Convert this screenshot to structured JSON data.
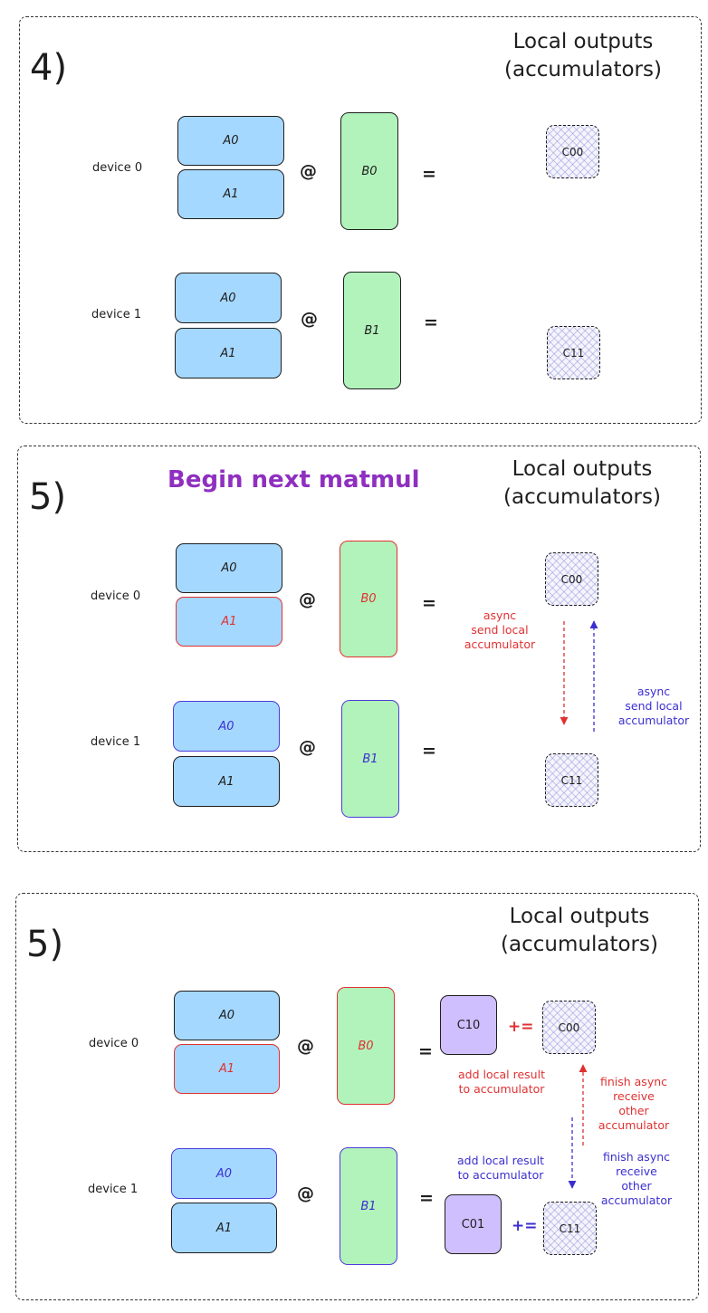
{
  "panels": [
    {
      "step": "4)",
      "title": [
        "Local outputs",
        "(accumulators)"
      ],
      "device0": {
        "label": "device 0",
        "a0": "A0",
        "a1": "A1",
        "op": "@",
        "b": "B0",
        "eq": "=",
        "acc": "C00"
      },
      "device1": {
        "label": "device 1",
        "a0": "A0",
        "a1": "A1",
        "op": "@",
        "b": "B1",
        "eq": "=",
        "acc": "C11"
      }
    },
    {
      "step": "5)",
      "heading": "Begin next matmul",
      "title": [
        "Local outputs",
        "(accumulators)"
      ],
      "device0": {
        "label": "device 0",
        "a0": "A0",
        "a1": "A1",
        "op": "@",
        "b": "B0",
        "eq": "=",
        "acc": "C00"
      },
      "device1": {
        "label": "device 1",
        "a0": "A0",
        "a1": "A1",
        "op": "@",
        "b": "B1",
        "eq": "=",
        "acc": "C11"
      },
      "note_red": [
        "async",
        "send local",
        "accumulator"
      ],
      "note_blue": [
        "async",
        "send local",
        "accumulator"
      ]
    },
    {
      "step": "5)",
      "title": [
        "Local outputs",
        "(accumulators)"
      ],
      "device0": {
        "label": "device 0",
        "a0": "A0",
        "a1": "A1",
        "op": "@",
        "b": "B0",
        "eq": "=",
        "result": "C10",
        "plus_eq": "+=",
        "acc": "C00"
      },
      "device1": {
        "label": "device 1",
        "a0": "A0",
        "a1": "A1",
        "op": "@",
        "b": "B1",
        "eq": "=",
        "result": "C01",
        "plus_eq": "+=",
        "acc": "C11"
      },
      "note_red_add": [
        "add local result",
        "to accumulator"
      ],
      "note_blue_add": [
        "add local result",
        "to accumulator"
      ],
      "note_red_finish": [
        "finish async",
        "receive",
        "other",
        "accumulator"
      ],
      "note_blue_finish": [
        "finish async",
        "receive",
        "other",
        "accumulator"
      ]
    }
  ],
  "colors": {
    "a_fill": "#a5d8ff",
    "b_fill": "#b2f2bb",
    "result_fill": "#d0bfff",
    "red": "#e03131",
    "blue": "#3b2fd0",
    "heading": "#8f2fc0"
  }
}
